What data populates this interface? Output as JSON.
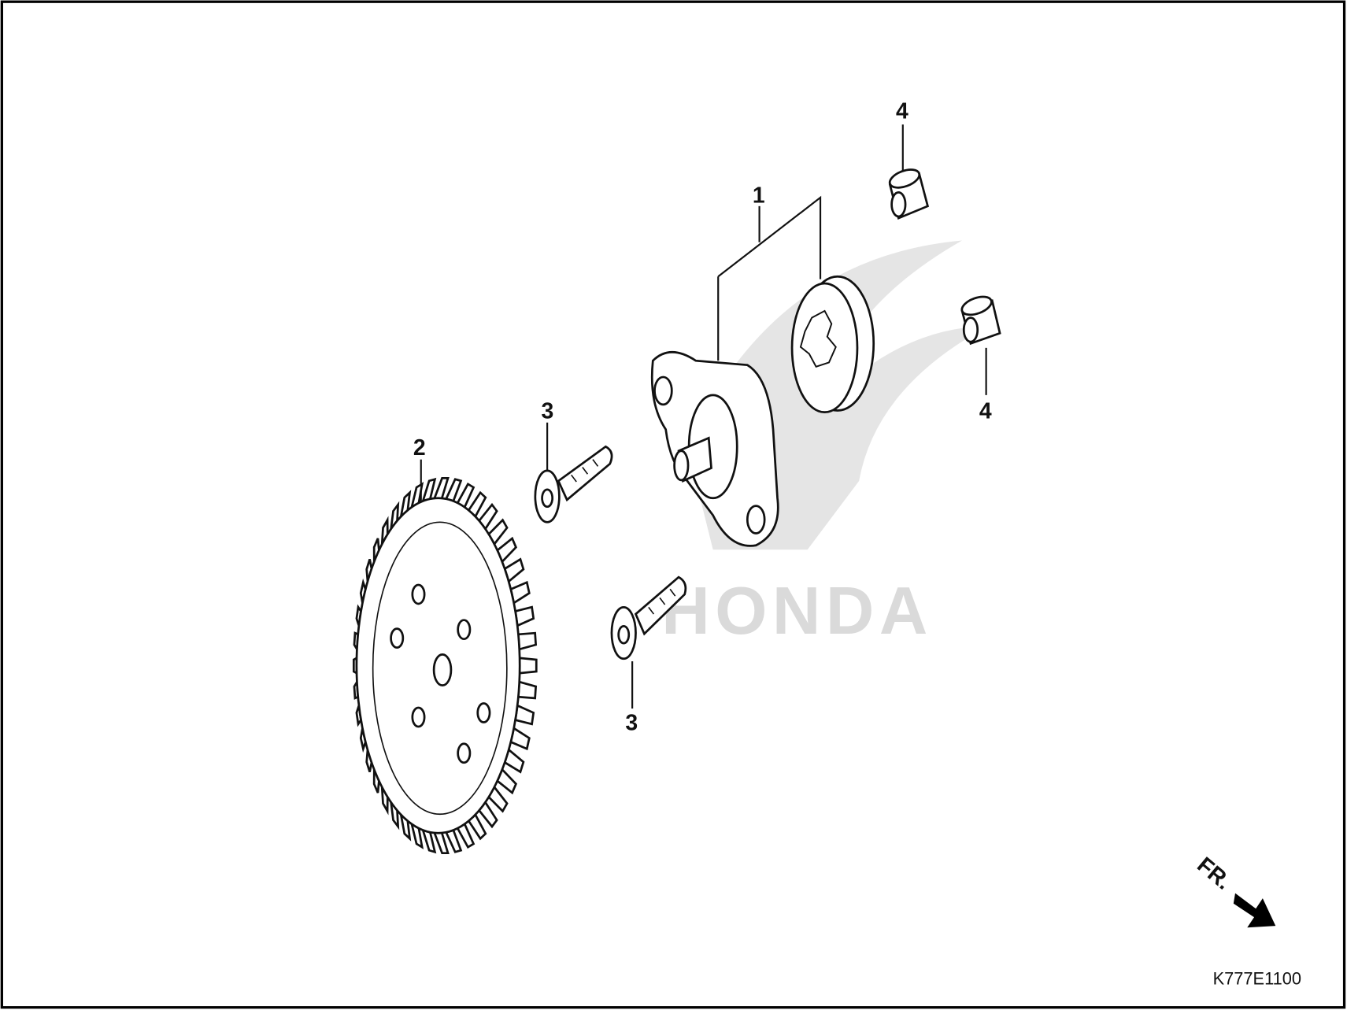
{
  "diagram": {
    "callouts": [
      {
        "id": "callout-1",
        "text": "1"
      },
      {
        "id": "callout-2",
        "text": "2"
      },
      {
        "id": "callout-3a",
        "text": "3"
      },
      {
        "id": "callout-3b",
        "text": "3"
      },
      {
        "id": "callout-4a",
        "text": "4"
      },
      {
        "id": "callout-4b",
        "text": "4"
      }
    ],
    "front_arrow_label": "FR.",
    "diagram_code": "K777E1100",
    "watermark": "HONDA",
    "line_color": "#111111",
    "watermark_color": "#d6d6d6"
  }
}
